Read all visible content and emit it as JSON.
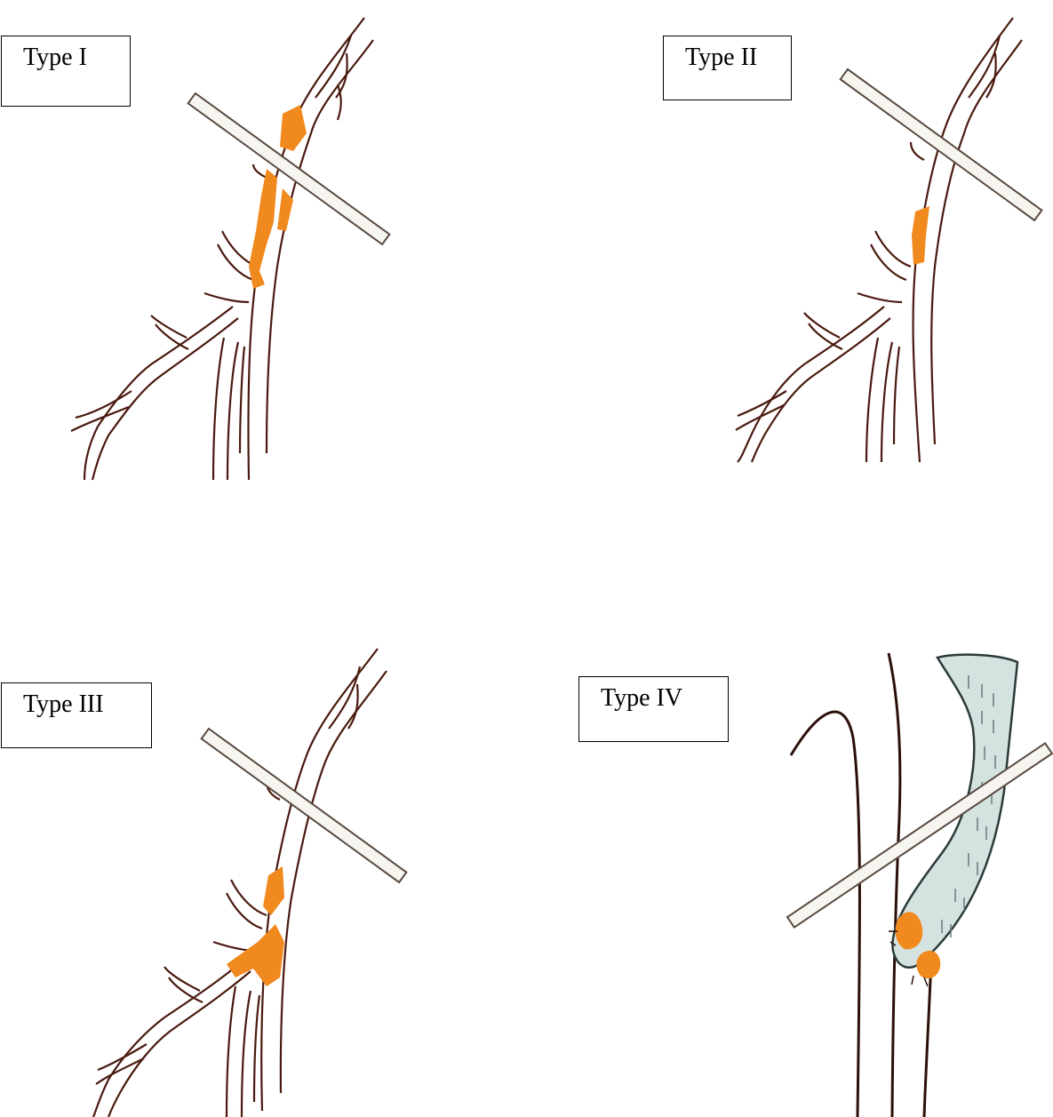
{
  "colors": {
    "vessel_outline": "#4a1a10",
    "lesion": "#f08a1e",
    "clamp_outline": "#5a4a40",
    "clamp_fill": "#f7f5f0",
    "ureter_fill": "#d4e2e0",
    "ureter_outline": "#2a3a38"
  },
  "panels": [
    {
      "label": "Type I",
      "lesion_site": "proximal-at-clamp"
    },
    {
      "label": "Type II",
      "lesion_site": "mid-segment-below-clamp"
    },
    {
      "label": "Type III",
      "lesion_site": "at-bifurcation"
    },
    {
      "label": "Type IV",
      "lesion_site": "ureter-stump"
    }
  ]
}
